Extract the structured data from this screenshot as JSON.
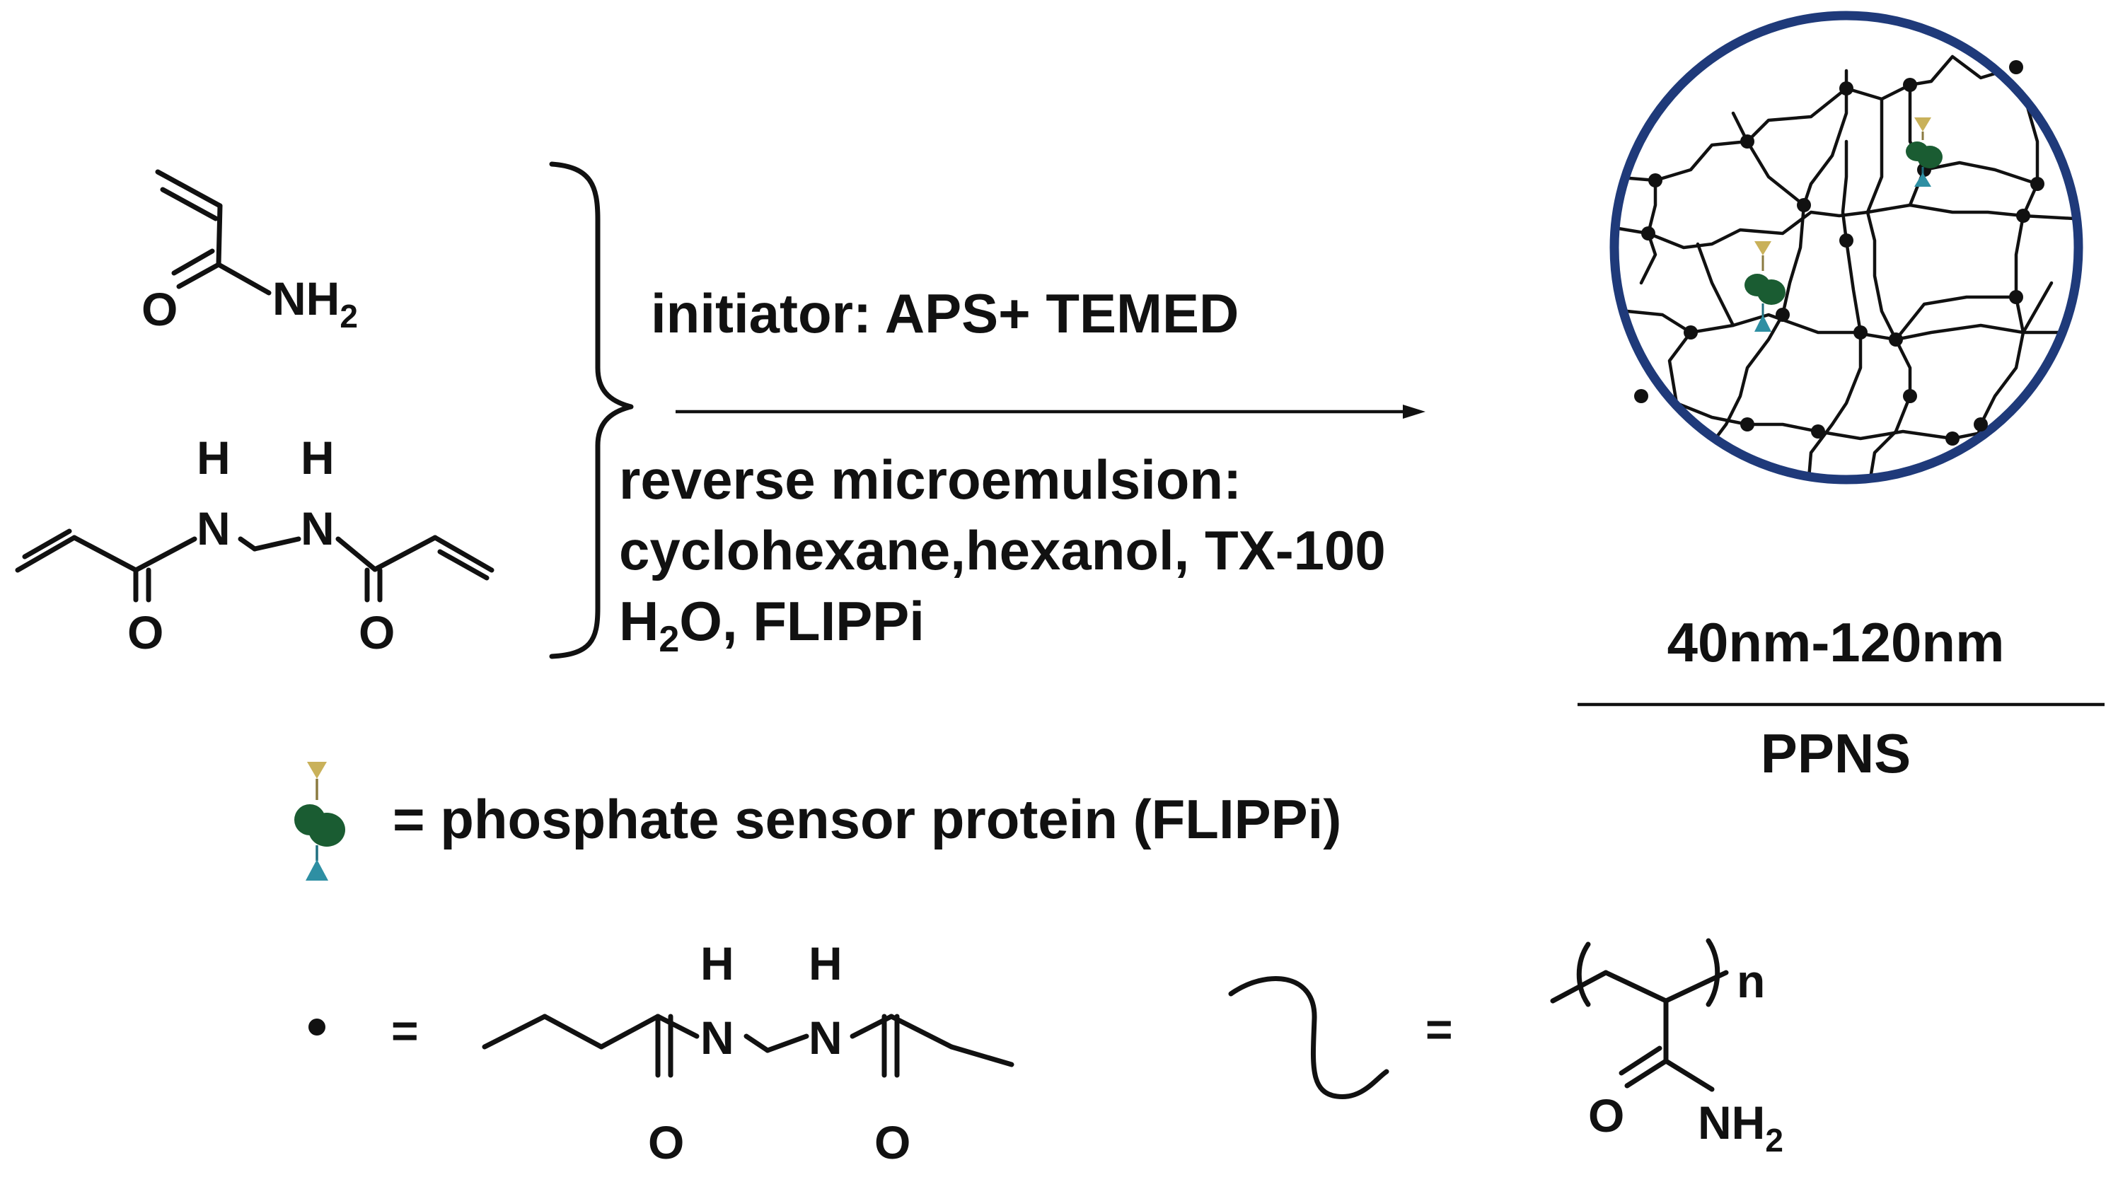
{
  "reagents": {
    "acrylamide": {
      "atom_o": "O",
      "atom_n": "NH",
      "sub2": "2"
    },
    "bisacrylamide": {
      "atom_h1": "H",
      "atom_h2": "H",
      "atom_n1": "N",
      "atom_n2": "N",
      "atom_o1": "O",
      "atom_o2": "O"
    }
  },
  "conditions": {
    "initiator": "initiator: APS+ TEMED",
    "line1": "reverse microemulsion:",
    "line2": "cyclohexane,hexanol, TX-100",
    "line3_pre": "H",
    "line3_sub": "2",
    "line3_post": "O, FLIPPi"
  },
  "product": {
    "size": "40nm-120nm",
    "name": "PPNS",
    "colors": {
      "shell": "#1f3a7a",
      "protein": "#1a5c32",
      "top_cone": "#c9b15a",
      "bottom_cone": "#2e8fa3"
    }
  },
  "legend": {
    "protein_label": "= phosphate sensor protein (FLIPPi)",
    "dot_eq": "=",
    "chain_eq": "=",
    "crosslink": {
      "atom_h1": "H",
      "atom_h2": "H",
      "atom_n1": "N",
      "atom_n2": "N",
      "atom_o1": "O",
      "atom_o2": "O"
    },
    "polymer": {
      "repeat": "n",
      "atom_o": "O",
      "atom_n": "NH",
      "sub2": "2"
    }
  }
}
